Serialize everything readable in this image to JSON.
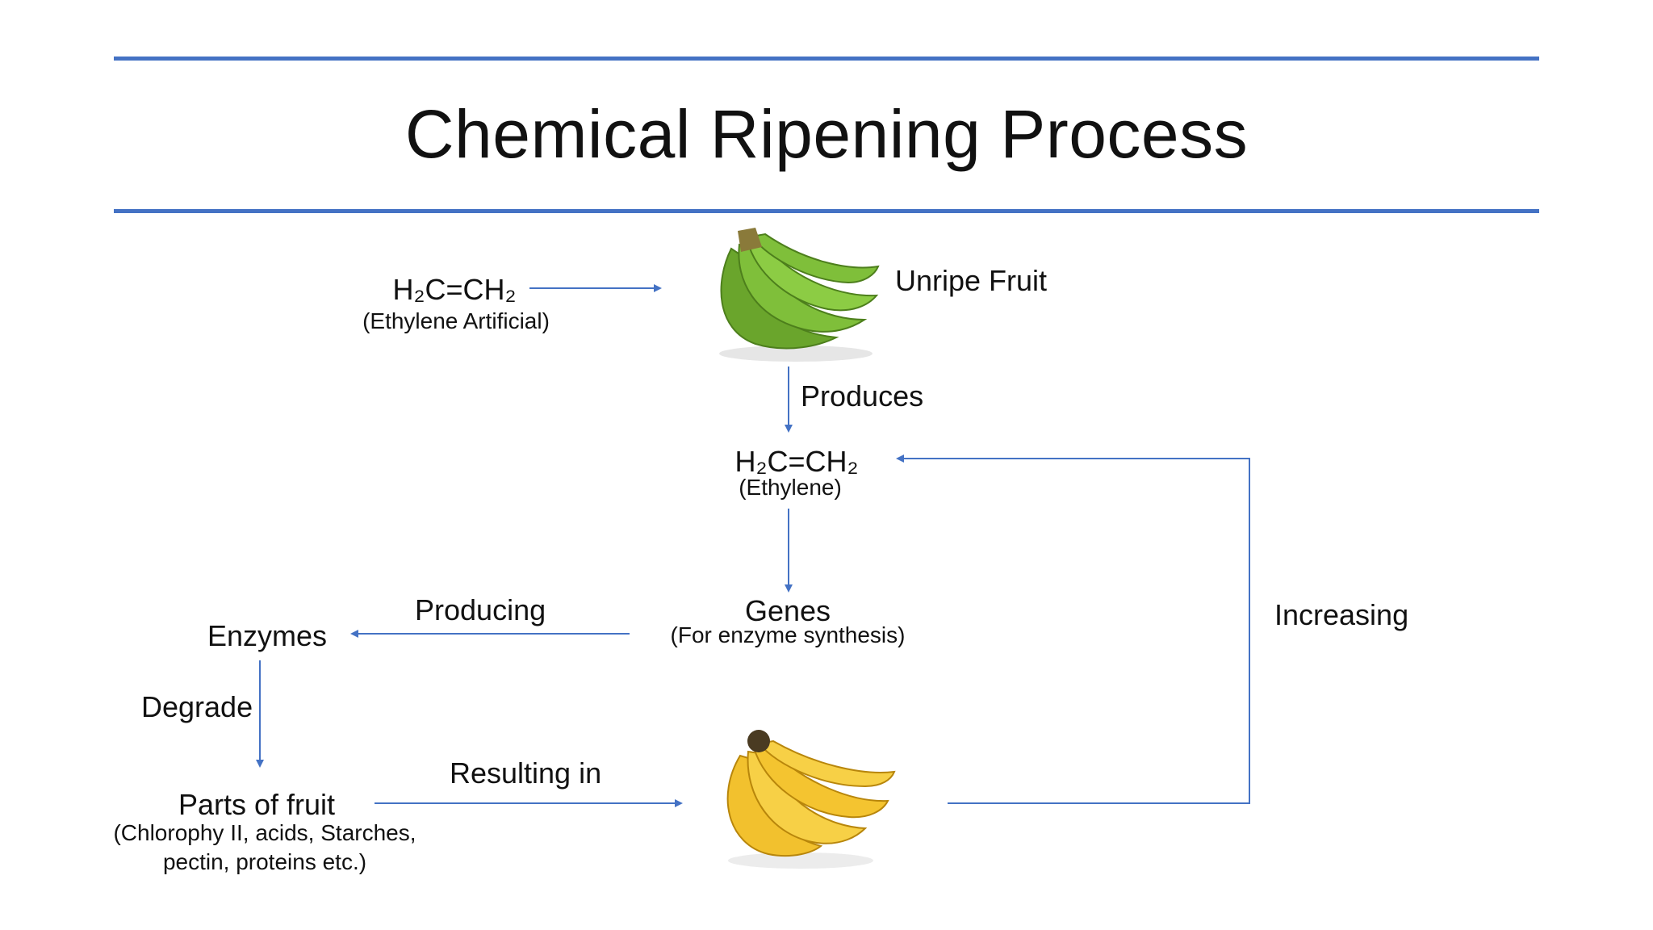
{
  "slide": {
    "title": "Chemical Ripening Process"
  },
  "nodes": {
    "artificial_ethylene": {
      "formula": "H₂C=CH₂",
      "note": "(Ethylene Artificial)"
    },
    "unripe_fruit": {
      "label": "Unripe Fruit"
    },
    "ethylene": {
      "formula": "H₂C=CH₂",
      "note": "(Ethylene)"
    },
    "genes": {
      "label": "Genes",
      "note": "(For enzyme synthesis)"
    },
    "enzymes": {
      "label": "Enzymes"
    },
    "parts_of_fruit": {
      "label": "Parts of fruit",
      "note_line1": "(Chlorophy II, acids, Starches,",
      "note_line2": "pectin, proteins etc.)"
    }
  },
  "edges": {
    "produces": "Produces",
    "producing": "Producing",
    "degrade": "Degrade",
    "resulting_in": "Resulting in",
    "increasing": "Increasing"
  },
  "colors": {
    "accent": "#4472c4",
    "text": "#111111",
    "unripe_banana": "#7fbf3a",
    "ripe_banana": "#f4c430"
  }
}
